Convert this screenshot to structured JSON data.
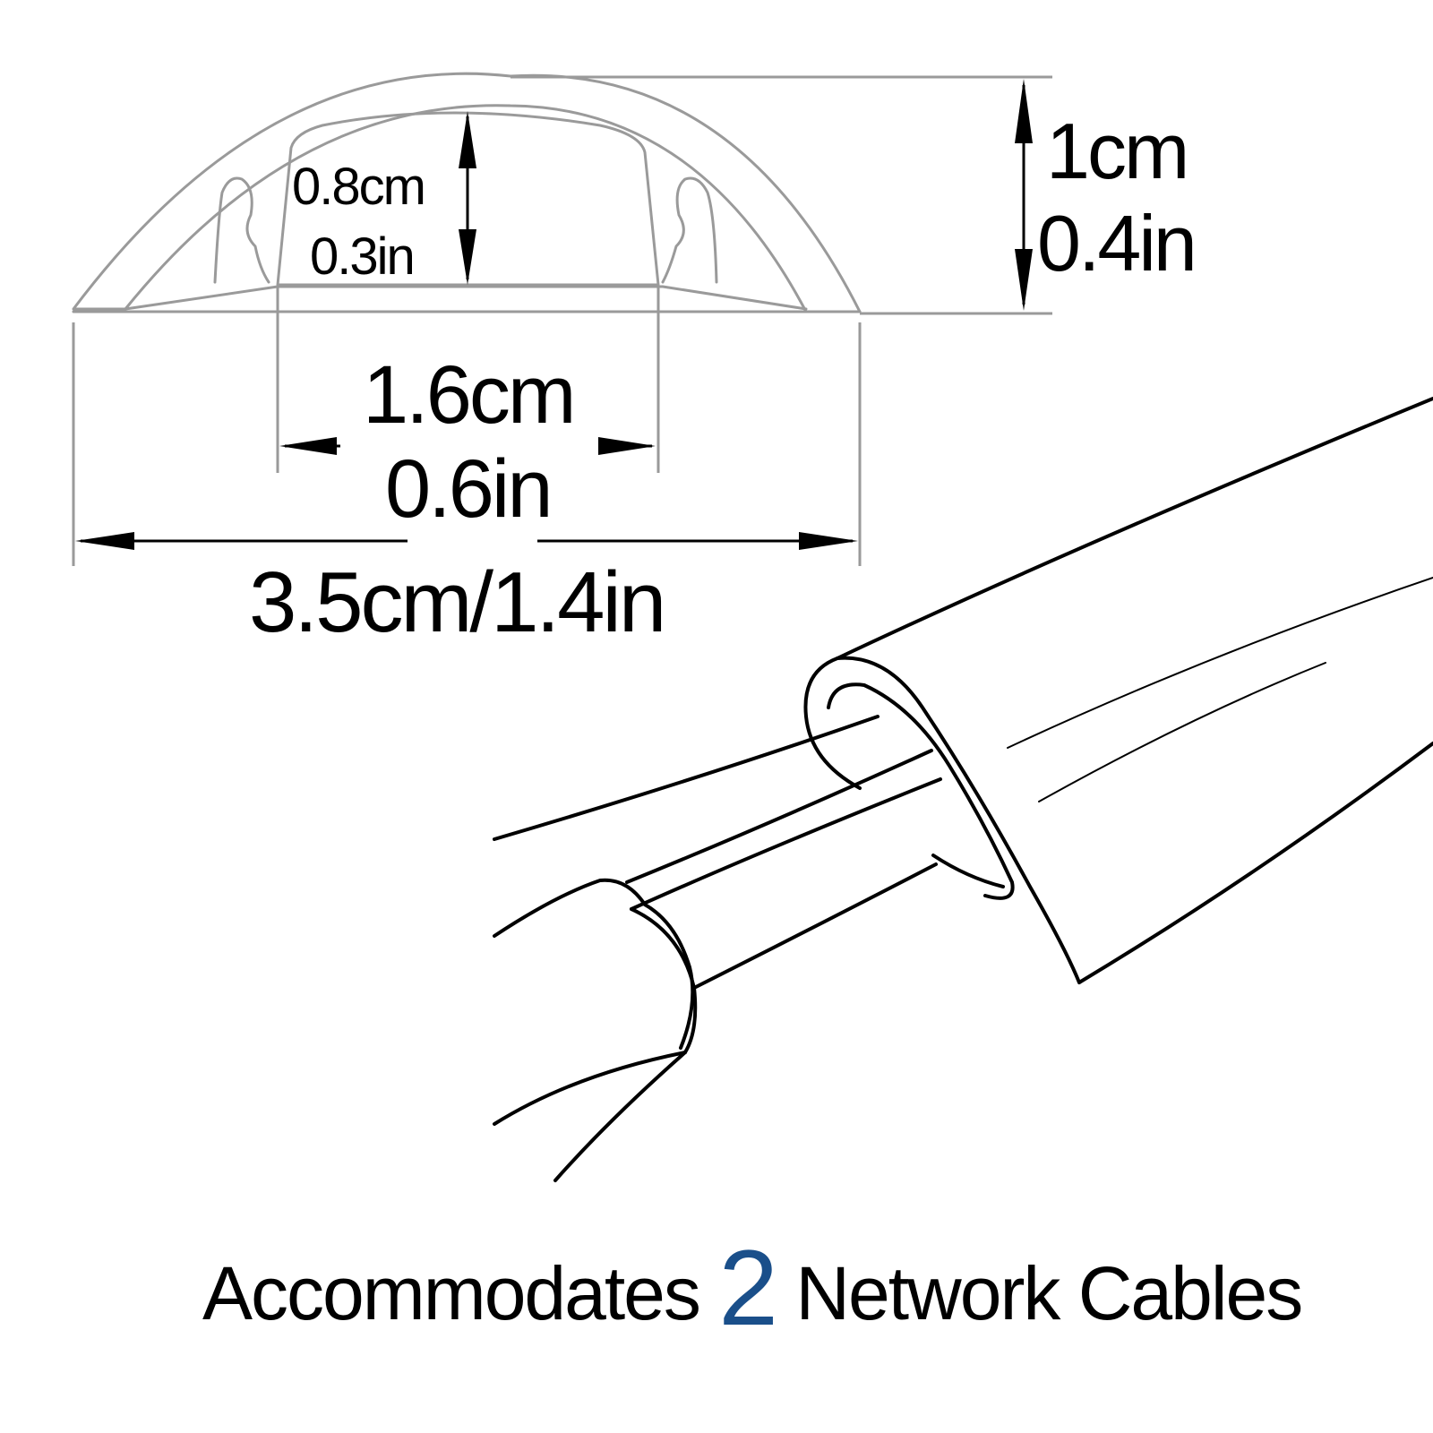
{
  "dimensions": {
    "height_cm": "1cm",
    "height_in": "0.4in",
    "inner_height_cm": "0.8cm",
    "inner_height_in": "0.3in",
    "slot_width_cm": "1.6cm",
    "slot_width_in": "0.6in",
    "total_width": "3.5cm/1.4in"
  },
  "caption": {
    "prefix": "Accommodates",
    "number": "2",
    "suffix": "Network Cables"
  },
  "colors": {
    "line": "#000000",
    "profile_line": "#9a9a9a",
    "accent_number": "#1a4f8a",
    "background": "#ffffff"
  }
}
